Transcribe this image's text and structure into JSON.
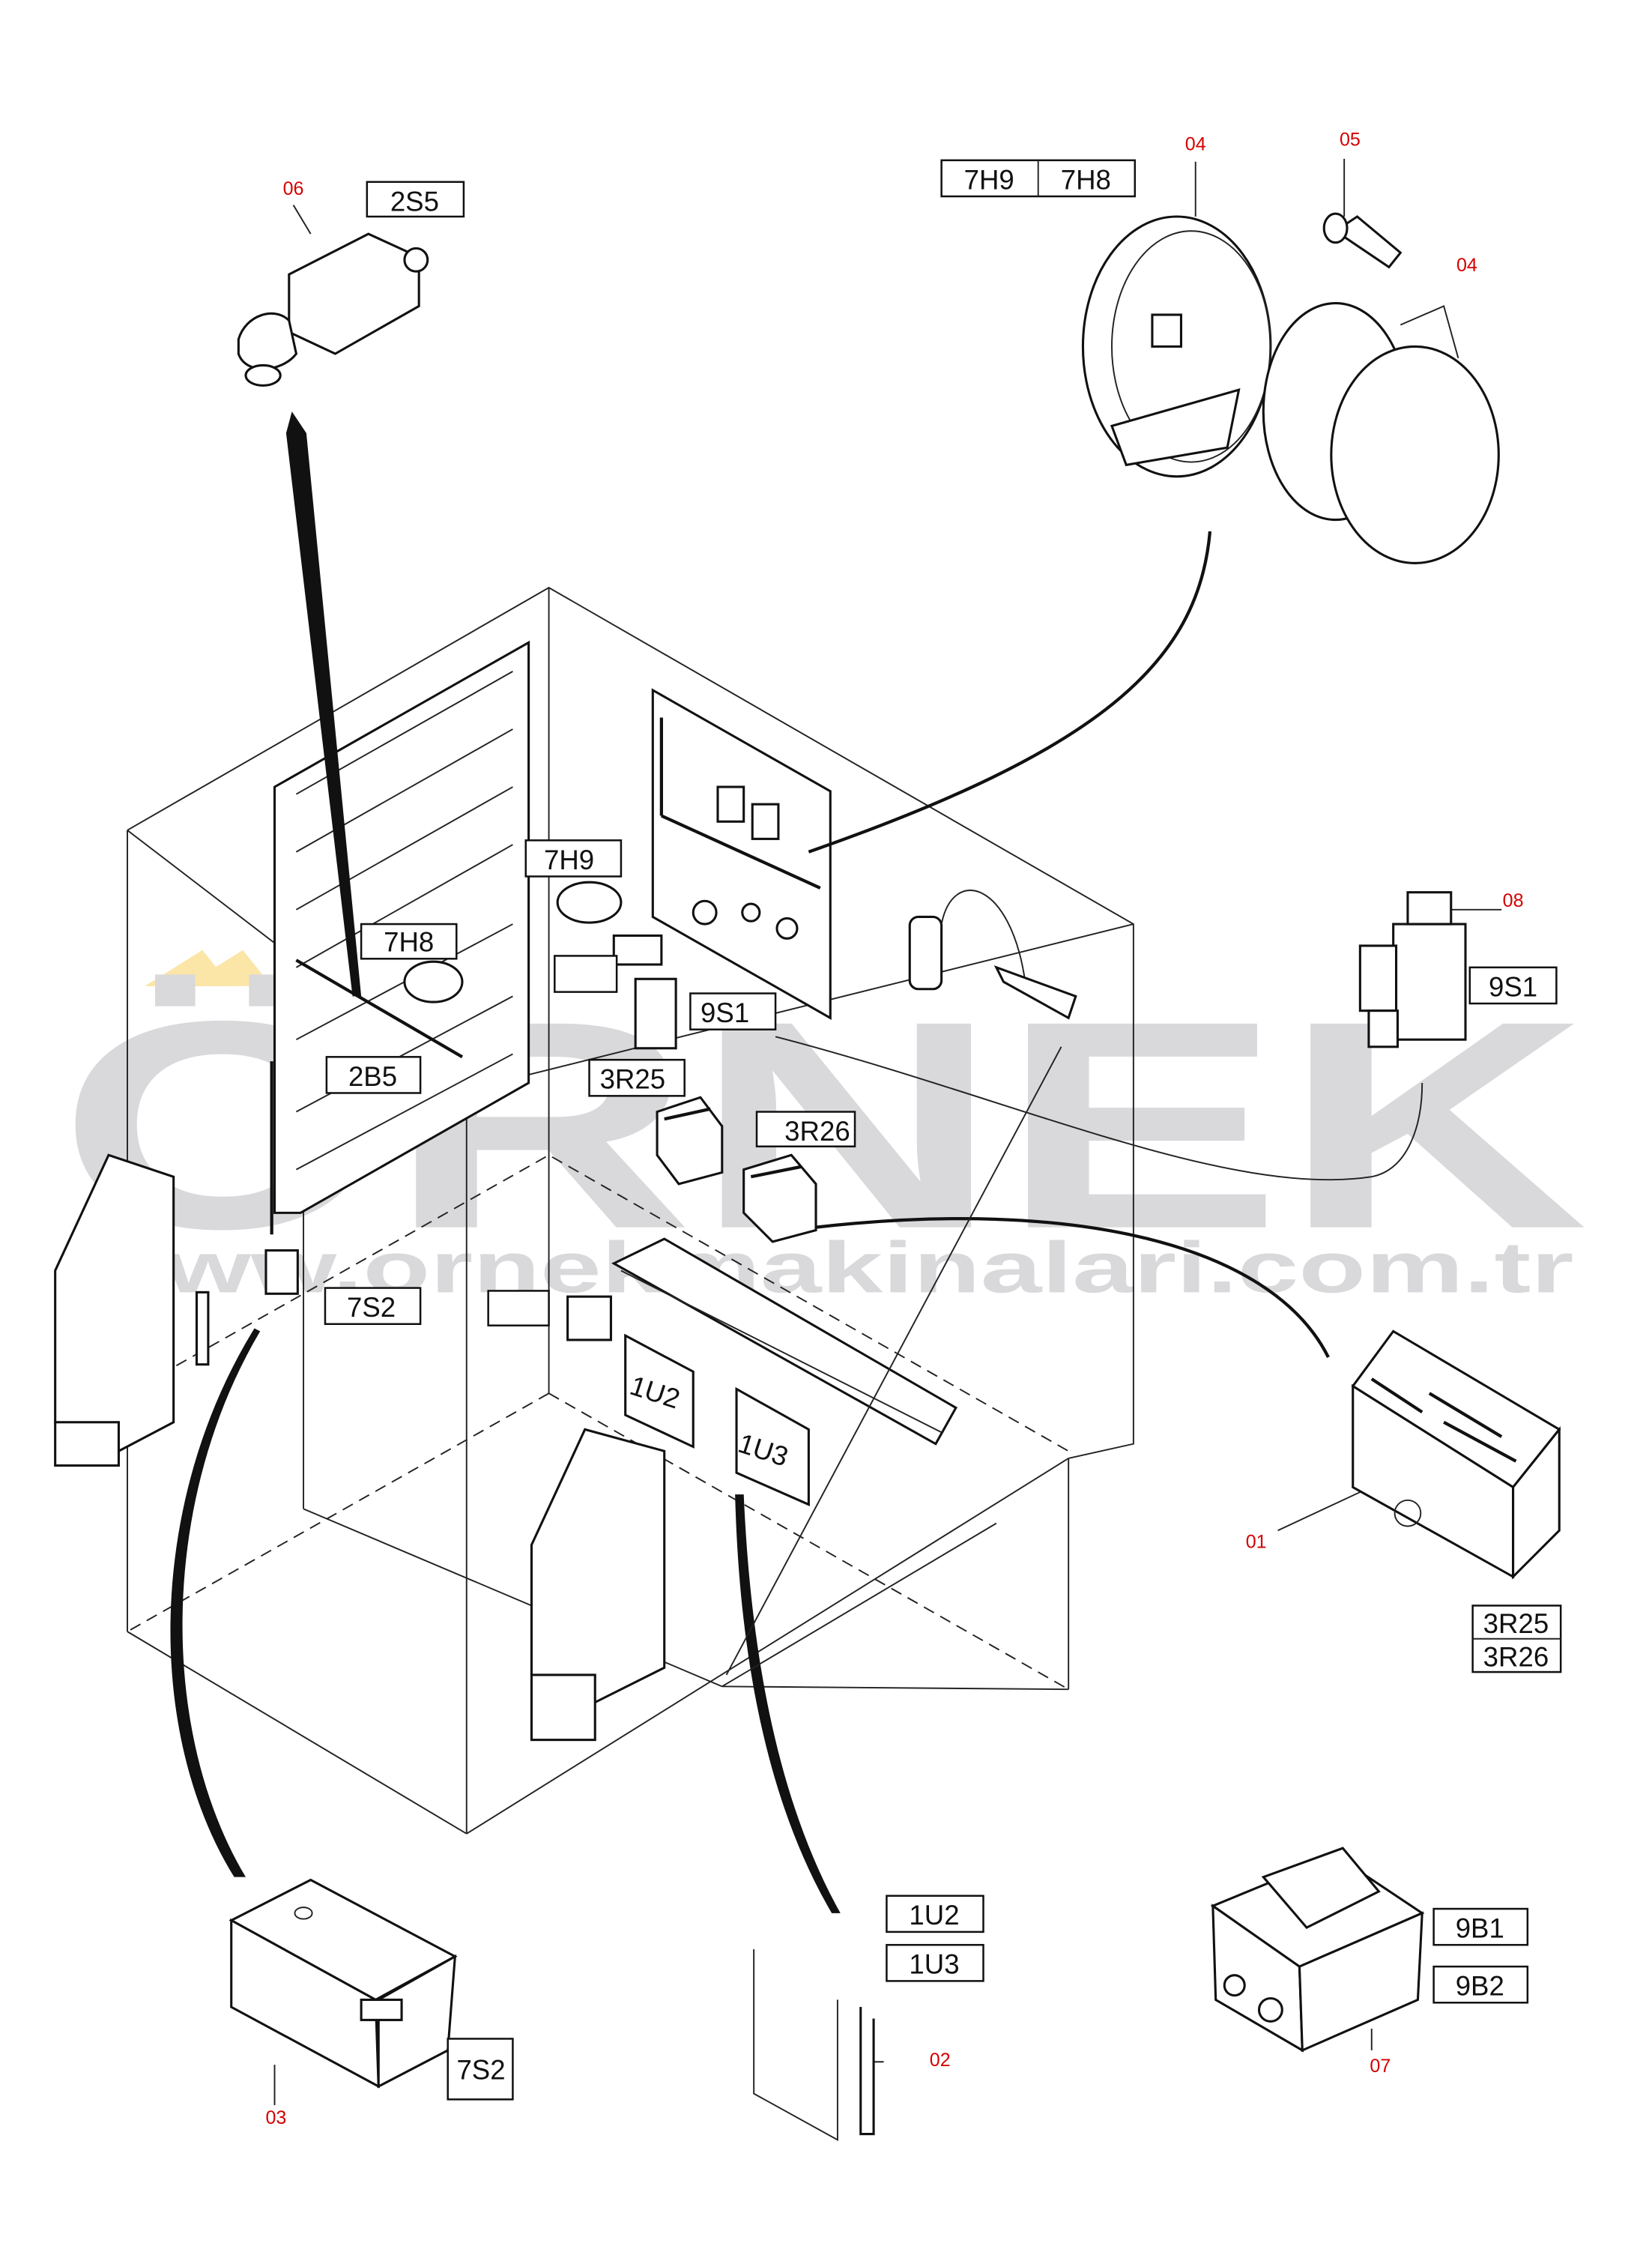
{
  "watermark": {
    "brand": "ÖRNEK",
    "website": "www.ornekmakinalari.com.tr"
  },
  "callouts": {
    "c01": "01",
    "c02": "02",
    "c03": "03",
    "c04a": "04",
    "c04b": "04",
    "c05": "05",
    "c06": "06",
    "c07": "07",
    "c08": "08"
  },
  "labels": {
    "top_2S5": "2S5",
    "top_7H9": "7H9",
    "top_7H8": "7H8",
    "right_9S1": "9S1",
    "in_7H9": "7H9",
    "in_7H8": "7H8",
    "in_9S1": "9S1",
    "in_2B5": "2B5",
    "in_3R25": "3R25",
    "in_3R26": "3R26",
    "in_7S2": "7S2",
    "in_1U2": "1U2",
    "in_1U3": "1U3",
    "res_3R25": "3R25",
    "res_3R26": "3R26",
    "bot_1U2": "1U2",
    "bot_1U3": "1U3",
    "bot_9B1": "9B1",
    "bot_9B2": "9B2",
    "bot_7S2": "7S2"
  },
  "colors": {
    "callout": "#d40000",
    "watermark": "#d9d8db",
    "line": "#111111"
  }
}
